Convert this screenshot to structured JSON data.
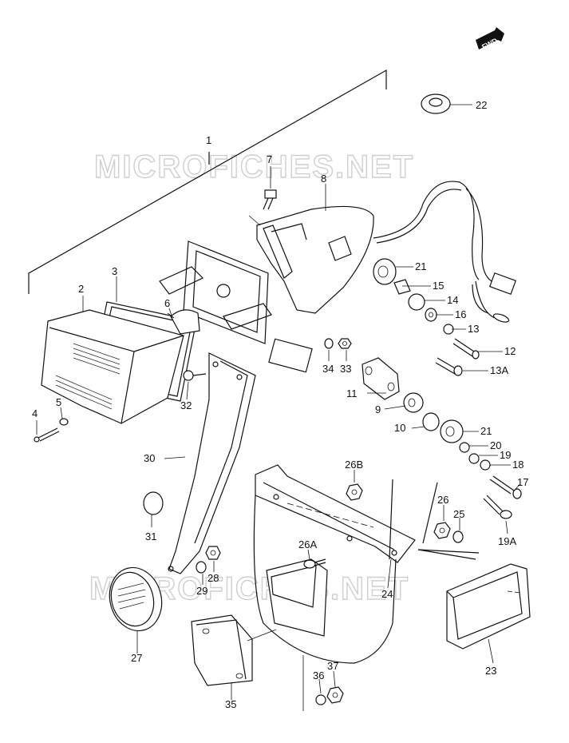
{
  "watermark": "MICROFICHES.NET",
  "direction_badge": "FWD",
  "callouts": {
    "c1": "1",
    "c2": "2",
    "c3": "3",
    "c4": "4",
    "c5": "5",
    "c6": "6",
    "c7": "7",
    "c8": "8",
    "c9": "9",
    "c10": "10",
    "c11": "11",
    "c12": "12",
    "c13": "13",
    "c13a": "13A",
    "c14": "14",
    "c15": "15",
    "c16": "16",
    "c17": "17",
    "c18": "18",
    "c19": "19",
    "c19a": "19A",
    "c20": "20",
    "c21a": "21",
    "c21b": "21",
    "c22": "22",
    "c23": "23",
    "c24": "24",
    "c25": "25",
    "c26": "26",
    "c26a": "26A",
    "c26b": "26B",
    "c27": "27",
    "c28": "28",
    "c29": "29",
    "c30": "30",
    "c31": "31",
    "c32": "32",
    "c33": "33",
    "c34": "34",
    "c35": "35",
    "c36": "36",
    "c37": "37"
  }
}
